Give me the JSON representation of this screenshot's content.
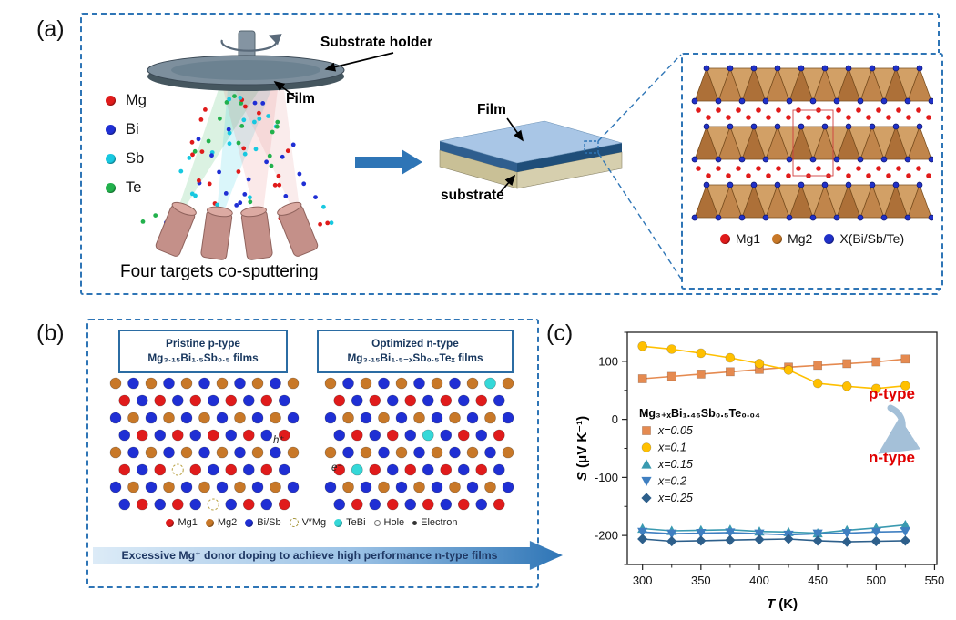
{
  "accent_blue": "#2e75b6",
  "panel_a": {
    "label": "(a)",
    "substrate_holder_label": "Substrate holder",
    "film_label": "Film",
    "caption": "Four targets co-sputtering",
    "legend": {
      "items": [
        {
          "name": "Mg",
          "color": "#e01b1b"
        },
        {
          "name": "Bi",
          "color": "#1f2fd4"
        },
        {
          "name": "Sb",
          "color": "#17c8e0"
        },
        {
          "name": "Te",
          "color": "#22b14c"
        }
      ]
    },
    "slab": {
      "film_label": "Film",
      "substrate_label": "substrate"
    },
    "inset": {
      "legend": [
        {
          "name": "Mg1",
          "color": "#e01b1b"
        },
        {
          "name": "Mg2",
          "color": "#c87828"
        },
        {
          "name": "X(Bi/Sb/Te)",
          "color": "#2030c8"
        }
      ]
    }
  },
  "panel_b": {
    "label": "(b)",
    "left_box": {
      "line1": "Pristine p-type",
      "line2": "Mg₃.₁₅Bi₁.₅Sb₀.₅ films"
    },
    "right_box": {
      "line1": "Optimized n-type",
      "line2": "Mg₃.₁₅Bi₁.₅₋ₓSb₀.₅Teₓ films"
    },
    "annotations": {
      "hole": "h⁺",
      "electron": "e⁻"
    },
    "legend": [
      {
        "name": "Mg1",
        "color": "#e01b1b",
        "type": "dot"
      },
      {
        "name": "Mg2",
        "color": "#c87828",
        "type": "dot"
      },
      {
        "name": "Bi/Sb",
        "color": "#1f2fd4",
        "type": "dot"
      },
      {
        "name": "V″Mg",
        "color": "#a09030",
        "type": "open"
      },
      {
        "name": "TeBi",
        "color": "#35d8d8",
        "type": "dot"
      },
      {
        "name": "Hole",
        "color": "#777777",
        "type": "tiny-open"
      },
      {
        "name": "Electron",
        "color": "#333333",
        "type": "tiny-dot"
      }
    ],
    "banner": "Excessive Mg⁺ donor doping to achieve high performance n-type films"
  },
  "panel_c": {
    "label": "(c)"
  },
  "chart_data": {
    "type": "line",
    "x": [
      300,
      325,
      350,
      375,
      400,
      425,
      450,
      475,
      500,
      525
    ],
    "series": [
      {
        "name": "x=0.05",
        "marker": "square",
        "color": "#e58a50",
        "values": [
          70,
          74,
          78,
          82,
          86,
          90,
          93,
          96,
          99,
          104
        ]
      },
      {
        "name": "x=0.1",
        "marker": "circle",
        "color": "#ffc000",
        "values": [
          126,
          121,
          114,
          106,
          96,
          85,
          62,
          57,
          53,
          58
        ]
      },
      {
        "name": "x=0.15",
        "marker": "triangle-up",
        "color": "#3a9ab0",
        "values": [
          -188,
          -192,
          -191,
          -190,
          -193,
          -194,
          -196,
          -191,
          -187,
          -182
        ]
      },
      {
        "name": "x=0.2",
        "marker": "triangle-down",
        "color": "#3f7fc1",
        "values": [
          -194,
          -197,
          -196,
          -195,
          -197,
          -199,
          -197,
          -196,
          -194,
          -193
        ]
      },
      {
        "name": "x=0.25",
        "marker": "diamond",
        "color": "#2d5f8b",
        "values": [
          -206,
          -210,
          -209,
          -208,
          -207,
          -206,
          -209,
          -211,
          -210,
          -209
        ]
      }
    ],
    "legend_title": "Mg₃₊ₓBi₁.₄₆Sb₀.₅Te₀.₀₄",
    "xlabel": {
      "var": "T",
      "unit": " (K)"
    },
    "ylabel": {
      "var": "S",
      "unit": " (μV K⁻¹)"
    },
    "xticks": [
      300,
      350,
      400,
      450,
      500,
      550
    ],
    "yticks": [
      100,
      0,
      -100,
      -200
    ],
    "xlim": [
      287,
      552
    ],
    "ylim": [
      -250,
      150
    ],
    "grid": false,
    "legend_position": "inside-left",
    "annotations": {
      "p_type": "p-type",
      "n_type": "n-type",
      "color": "#e00000",
      "arrow_color": "#a4c0d8"
    }
  }
}
